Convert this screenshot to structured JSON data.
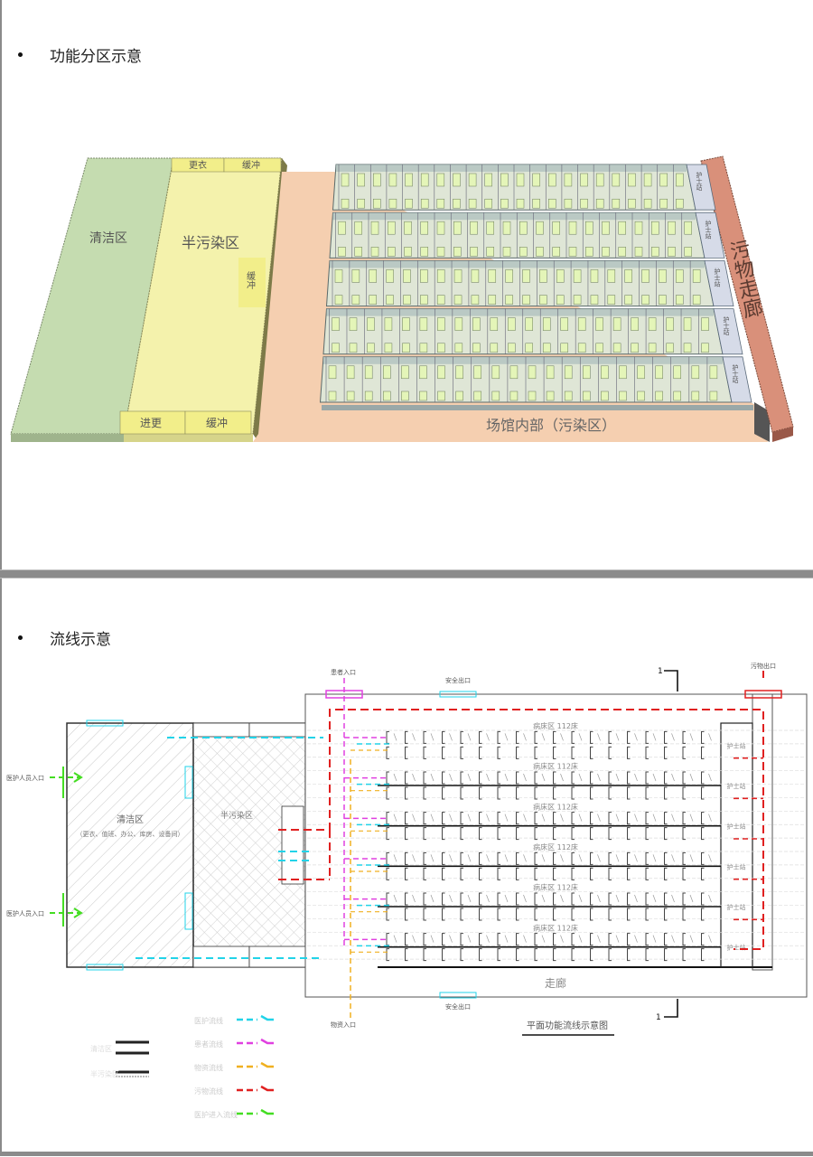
{
  "slide1": {
    "heading": "功能分区示意",
    "zones": {
      "clean": "清洁区",
      "semi": "半污染区",
      "top_change": "更衣",
      "top_buffer": "缓冲",
      "side_buffer": "缓冲",
      "bottom_change": "进更",
      "bottom_buffer": "缓冲",
      "contaminated": "场馆内部（污染区）",
      "dirty_corridor": "污物走廊",
      "nurse_station": "护士站"
    },
    "bed_rows": 5,
    "beds_per_row": 22,
    "colors": {
      "clean": "#c5dcb0",
      "semi": "#f4f2ac",
      "buffer": "#f2ee8a",
      "contaminated": "#f5cfb0",
      "corridor": "#d9907a",
      "ward": "#dfe6d6",
      "nurse": "#d6dbe8",
      "bed": "#e4f5b8"
    }
  },
  "slide2": {
    "heading": "流线示意",
    "labels": {
      "clean_zone": "清洁区",
      "clean_zone_sub": "（更衣、值班、办公、库房、设备间）",
      "semi_zone": "半污染区",
      "ward_label": "病床区 112床",
      "nurse": "护士站",
      "corridor": "走廊",
      "section_mark": "1",
      "plan_title": "平面功能流线示意图",
      "entry_left_top": "医护人员入口",
      "entry_left_bottom": "医护人员入口",
      "patient_entry": "患者入口",
      "dirty_exit": "污物出口",
      "supply_entry": "物资入口",
      "emergency_exit": "安全出口",
      "station": "护士站"
    },
    "ward_rows": 6,
    "legend": [
      {
        "label": "清洁区",
        "style": "double-line"
      },
      {
        "label": "半污染区",
        "style": "hatched-line"
      },
      {
        "label": "医护流线",
        "color": "#22d3e8"
      },
      {
        "label": "患者流线",
        "color": "#e040e0"
      },
      {
        "label": "物资流线",
        "color": "#f0b020"
      },
      {
        "label": "污物流线",
        "color": "#e02020"
      },
      {
        "label": "医护进入流线",
        "color": "#44dd22"
      }
    ]
  }
}
